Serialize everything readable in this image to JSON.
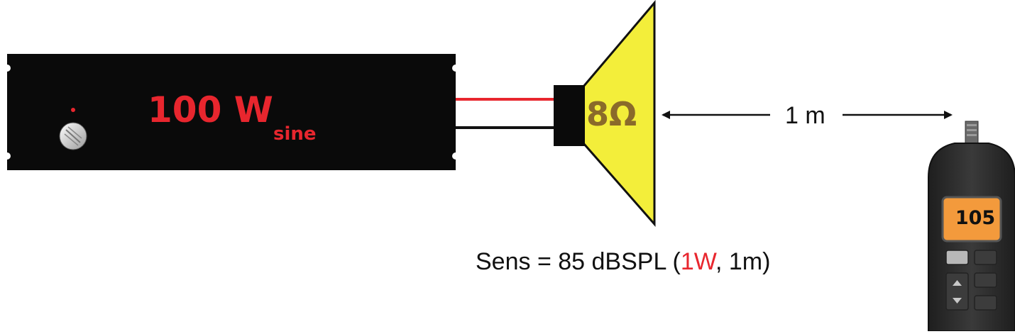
{
  "amplifier": {
    "power_value": "100 W",
    "power_subscript": "sine"
  },
  "speaker": {
    "impedance": "8Ω"
  },
  "distance": {
    "label": "1 m"
  },
  "sensitivity": {
    "prefix": "Sens = 85 dBSPL (",
    "power": "1W",
    "suffix": ", 1m)"
  },
  "meter": {
    "reading": "105"
  },
  "colors": {
    "amplifier_body": "#0a0a0a",
    "power_text": "#e8262e",
    "speaker_cone": "#f3ee3a",
    "impedance_text": "#8a6a2a",
    "meter_display": "#f39a3c",
    "meter_body": "#2b2b2b"
  }
}
